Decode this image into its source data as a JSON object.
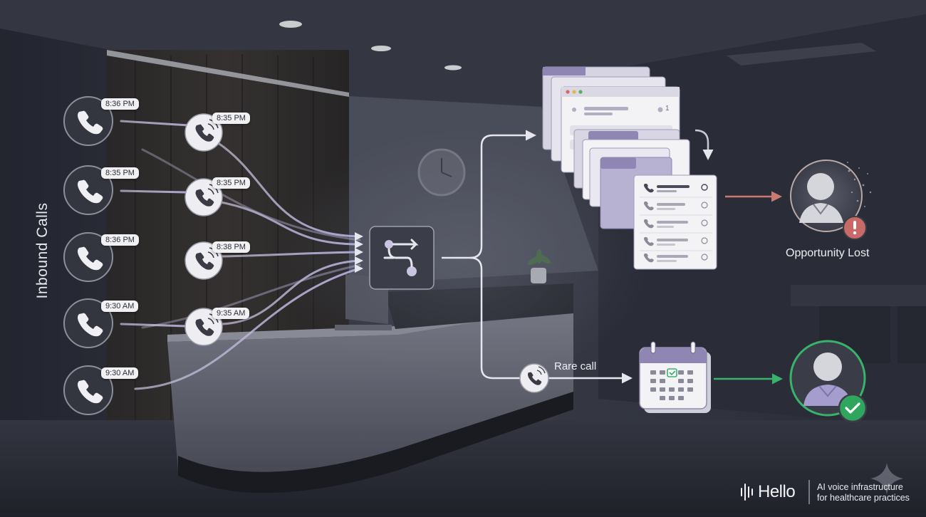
{
  "diagram": {
    "inbound_label": "Inbound Calls",
    "incoming_calls": [
      {
        "time": "8:36 PM"
      },
      {
        "time": "8:35 PM"
      },
      {
        "time": "8:36 PM"
      },
      {
        "time": "9:30 AM"
      },
      {
        "time": "9:30 AM"
      }
    ],
    "relay_calls": [
      {
        "time": "8:35 PM"
      },
      {
        "time": "8:35 PM"
      },
      {
        "time": "8:38 PM"
      },
      {
        "time": "9:35 AM"
      }
    ],
    "queue_card_count": "1",
    "rare_call_label": "Rare call",
    "lost_label": "Opportunity Lost",
    "colors": {
      "lost_arrow": "#c97b72",
      "success_arrow": "#39b36a",
      "folder_purple": "#8f86b3",
      "card_white": "#f3f3f6"
    }
  },
  "footer": {
    "brand_name": "Hello",
    "tagline_line1": "AI voice infrastructure",
    "tagline_line2": "for healthcare practices"
  }
}
